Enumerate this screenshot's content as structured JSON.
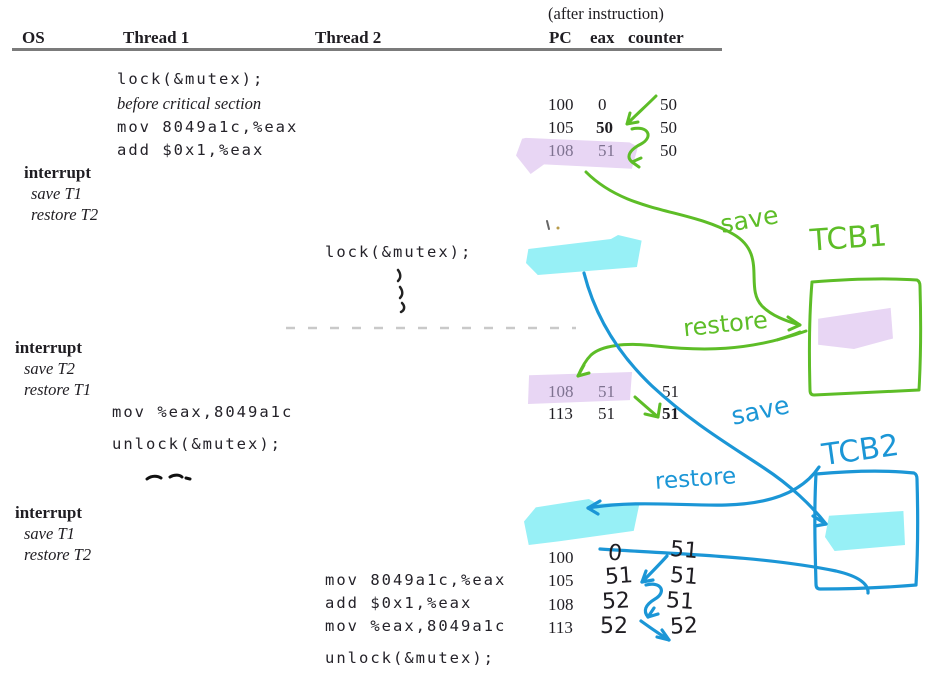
{
  "labels": {
    "after_instruction": "(after instruction)",
    "os": "OS",
    "thread1": "Thread 1",
    "thread2": "Thread 2",
    "pc": "PC",
    "eax": "eax",
    "counter": "counter"
  },
  "code": {
    "t1_lock": "lock(&mutex);",
    "t1_before": "before critical section",
    "t1_mov_load": "mov 8049a1c,%eax",
    "t1_add": "add $0x1,%eax",
    "t2_lock": "lock(&mutex);",
    "t1_mov_store": "mov %eax,8049a1c",
    "t1_unlock": "unlock(&mutex);",
    "t2_mov_load": "mov 8049a1c,%eax",
    "t2_add": "add $0x1,%eax",
    "t2_mov_store": "mov %eax,8049a1c",
    "t2_unlock": "unlock(&mutex);"
  },
  "os_events": [
    {
      "title": "interrupt",
      "detail1": "save T1",
      "detail2": "restore T2"
    },
    {
      "title": "interrupt",
      "detail1": "save T2",
      "detail2": "restore T1"
    },
    {
      "title": "interrupt",
      "detail1": "save T1",
      "detail2": "restore T2"
    }
  ],
  "trace_top": [
    [
      "100",
      "0",
      "50"
    ],
    [
      "105",
      "50",
      "50"
    ],
    [
      "108",
      "51",
      "50"
    ]
  ],
  "trace_mid": [
    [
      "108",
      "51",
      "51"
    ],
    [
      "113",
      "51",
      "51"
    ]
  ],
  "trace_bottom_pc": [
    "100",
    "105",
    "108",
    "113"
  ],
  "handwritten": {
    "eax": [
      "0",
      "51",
      "52",
      "52"
    ],
    "counter": [
      "51",
      "51",
      "51",
      "52"
    ],
    "tcb1": "TCB1",
    "tcb2": "TCB2",
    "save_green": "save",
    "restore_green": "restore",
    "save_blue": "save",
    "restore_blue": "restore"
  },
  "colors": {
    "green_ink": "#5dbd27",
    "blue_ink": "#1b96d6",
    "purple_highlight": "#e8d6f4",
    "cyan_highlight": "#97f0f6"
  }
}
